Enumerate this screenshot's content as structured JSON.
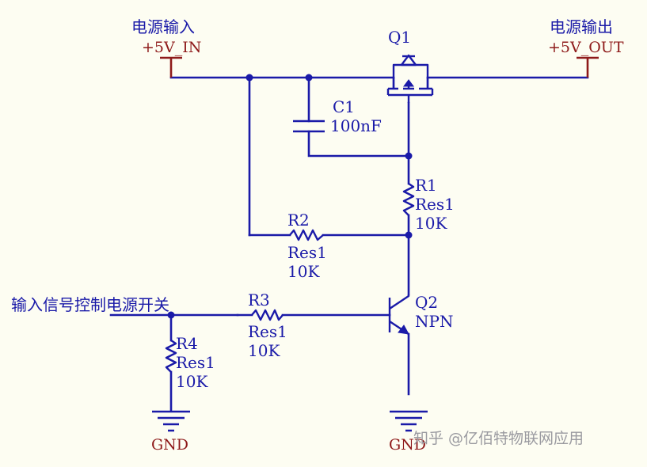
{
  "ports": {
    "in_title": "电源输入",
    "in_net": "+5V_IN",
    "out_title": "电源输出",
    "out_net": "+5V_OUT",
    "ctrl_title": "输入信号控制电源开关"
  },
  "components": {
    "q1": {
      "designator": "Q1"
    },
    "c1": {
      "designator": "C1",
      "value": "100nF"
    },
    "r1": {
      "designator": "R1",
      "type": "Res1",
      "value": "10K"
    },
    "r2": {
      "designator": "R2",
      "type": "Res1",
      "value": "10K"
    },
    "r3": {
      "designator": "R3",
      "type": "Res1",
      "value": "10K"
    },
    "r4": {
      "designator": "R4",
      "type": "Res1",
      "value": "10K"
    },
    "q2": {
      "designator": "Q2",
      "type": "NPN"
    }
  },
  "grounds": {
    "left": "GND",
    "right": "GND"
  },
  "watermark": "知乎 @亿佰特物联网应用",
  "colors": {
    "background": "#fdfdf2",
    "wire": "#1a1aa8",
    "power_port": "#8e1a1a",
    "watermark": "#9a9aa0"
  }
}
